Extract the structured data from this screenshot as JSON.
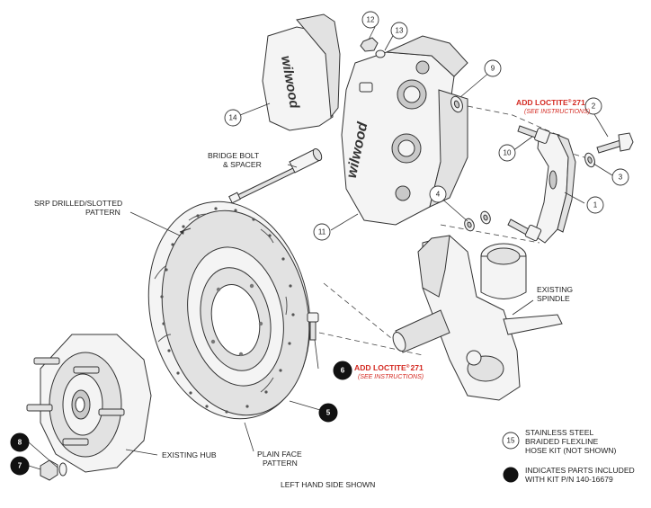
{
  "labels": {
    "srp_line1": "SRP DRILLED/SLOTTED",
    "srp_line2": "PATTERN",
    "bridge_line1": "BRIDGE BOLT",
    "bridge_line2": "& SPACER",
    "loctite_top": "ADD LOCTITE",
    "loctite_top_num": "271",
    "loctite_top_sub": "(SEE INSTRUCTIONS)",
    "loctite_mid": "ADD LOCTITE",
    "loctite_mid_num": "271",
    "loctite_mid_sub": "(SEE INSTRUCTIONS)",
    "reg_mark": "®",
    "spindle_line1": "EXISTING",
    "spindle_line2": "SPINDLE",
    "hub": "EXISTING HUB",
    "plain_line1": "PLAIN FACE",
    "plain_line2": "PATTERN",
    "hose_line1": "STAINLESS STEEL",
    "hose_line2": "BRAIDED FLEXLINE",
    "hose_line3": "HOSE KIT (NOT SHOWN)",
    "kit_line1": "INDICATES PARTS INCLUDED",
    "kit_line2": "WITH KIT P/N 140-16679",
    "footer": "LEFT HAND SIDE SHOWN",
    "brand_pad": "wilwood",
    "brand_caliper": "wilwood"
  },
  "callouts": {
    "c1": "1",
    "c2": "2",
    "c3": "3",
    "c4": "4",
    "c5": "5",
    "c6": "6",
    "c7": "7",
    "c8": "8",
    "c9": "9",
    "c10": "10",
    "c11": "11",
    "c12": "12",
    "c13": "13",
    "c14": "14",
    "c15": "15"
  },
  "colors": {
    "accent_red": "#d42a22",
    "line": "#333333",
    "kit_marker": "#111111"
  }
}
